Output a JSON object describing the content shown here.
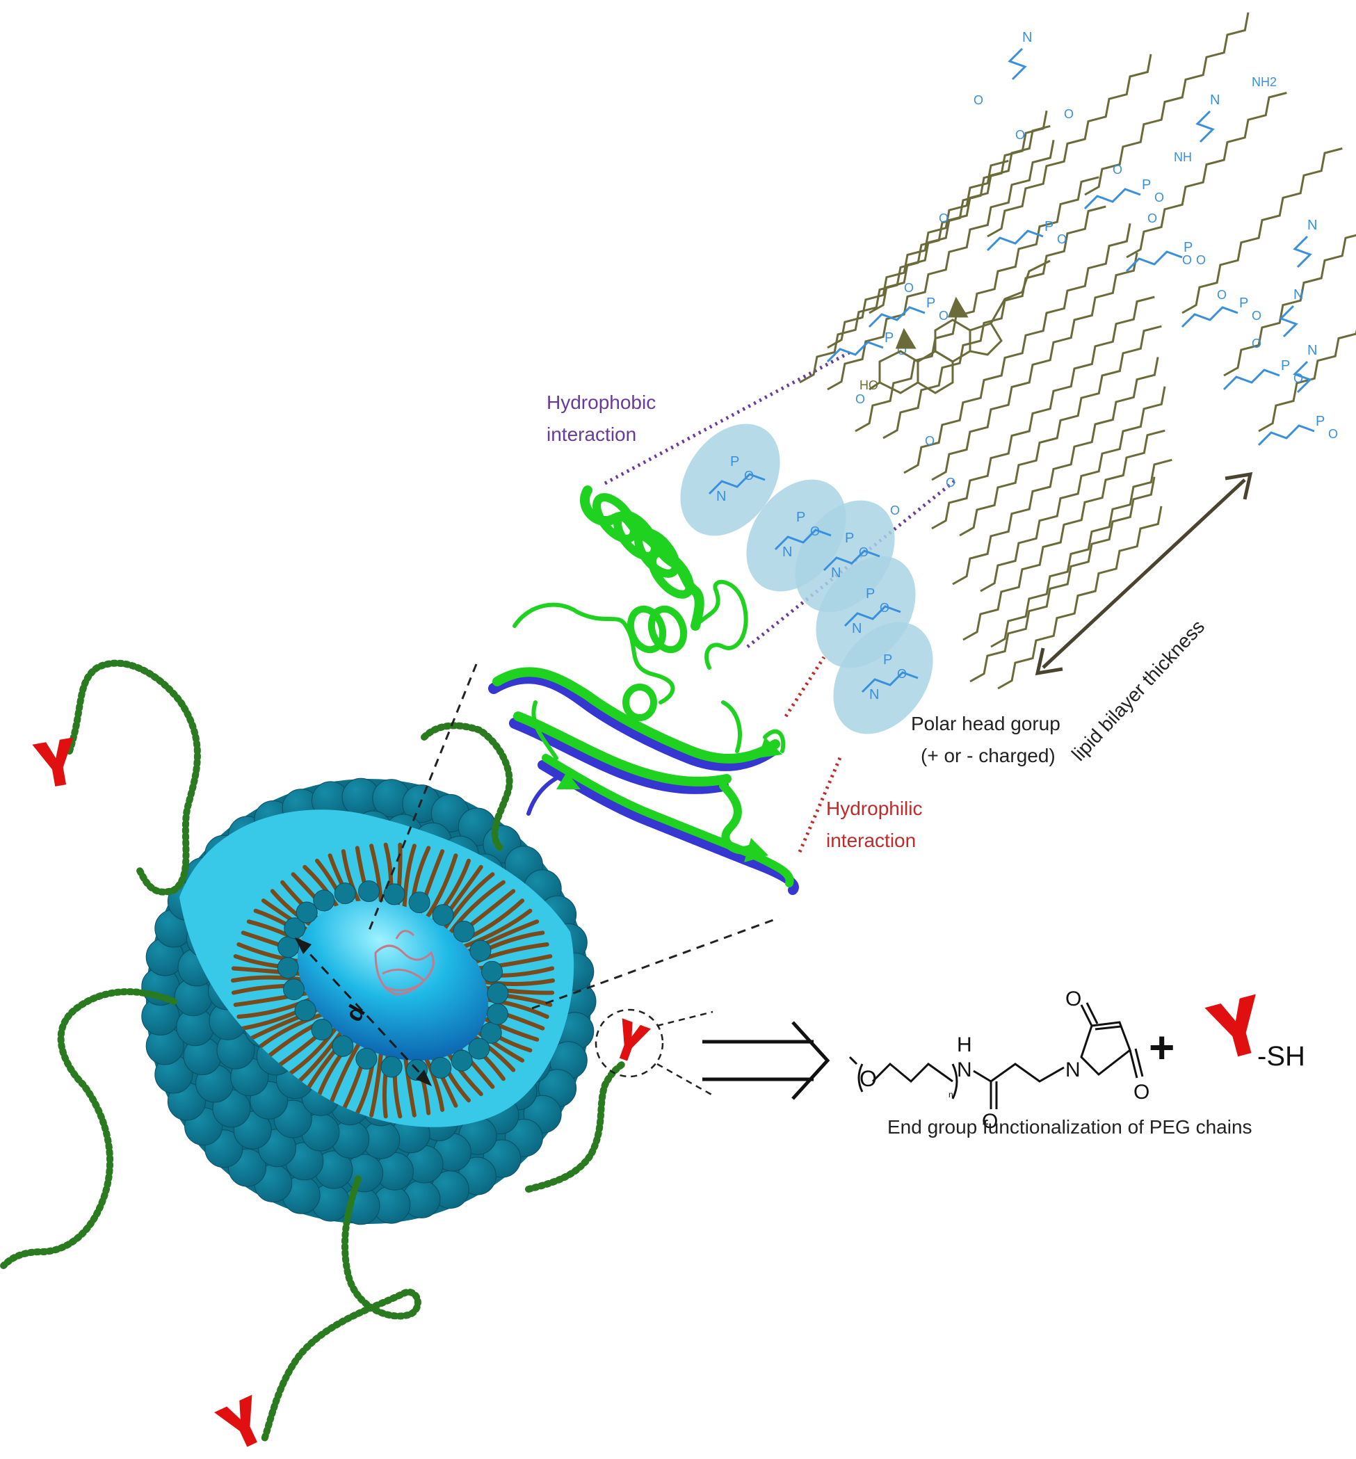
{
  "labels": {
    "hydrophobic_line1": "Hydrophobic",
    "hydrophobic_line2": "interaction",
    "hydrophilic_line1": "Hydrophilic",
    "hydrophilic_line2": "interaction",
    "polar_line1": "Polar head gorup",
    "polar_line2": "(+ or - charged)",
    "bilayer_thickness": "lipid bilayer thickness",
    "end_group": "End group functionalization  of PEG chains",
    "diameter": "d"
  },
  "chemistry": {
    "plus_sign": "+",
    "ligand_suffix": "-SH",
    "amine_h": "H",
    "amine_n": "N",
    "ring_n": "N",
    "ring_o_top": "O",
    "ring_o_bottom": "O",
    "carbonyl_o": "O",
    "peg_o": "O",
    "peg_n": "n",
    "head_amine": "NH2",
    "head_nh": "NH",
    "sterol_ho": "HO",
    "head_n": "N",
    "head_p": "P",
    "head_o": "O"
  },
  "colors": {
    "lipid_head": "#3a8fdd",
    "lipid_tail": "#6b6b3a",
    "head_ellipse": "#a9d3e4",
    "liposome_shell": "#0f7a93",
    "liposome_core": "#3ad0ea",
    "peg_chain": "#2a7a20",
    "antibody": "#e01010",
    "protein_green": "#1fd21f",
    "protein_blue": "#3636d0",
    "hydrophobic_dots": "#6a3a9a",
    "hydrophilic_dots": "#c02a2a",
    "tail_brown": "#7a4a1a"
  }
}
